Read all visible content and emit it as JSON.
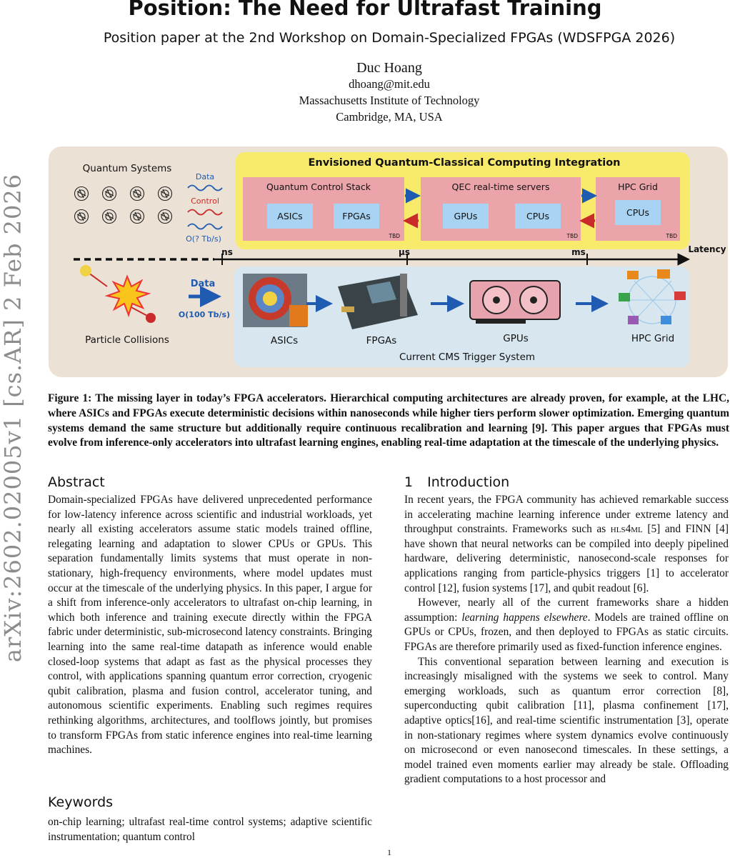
{
  "arxiv_id": "arXiv:2602.02005v1  [cs.AR]  2 Feb 2026",
  "title": "Position: The Need for Ultrafast Training",
  "subtitle": "Position paper at the 2nd Workshop on Domain-Specialized FPGAs (WDSFPGA 2026)",
  "author": {
    "name": "Duc Hoang",
    "email": "dhoang@mit.edu",
    "affiliation": "Massachusetts Institute of Technology",
    "location": "Cambridge, MA, USA"
  },
  "figure": {
    "quantum_systems": "Quantum Systems",
    "envisioned": "Envisioned Quantum-Classical Computing Integration",
    "qcs_title": "Quantum Control Stack",
    "qec_title": "QEC real-time servers",
    "hpc_title": "HPC Grid",
    "asics": "ASICs",
    "fpgas": "FPGAs",
    "gpus": "GPUs",
    "cpus": "CPUs",
    "tbd": "TBD",
    "data": "Data",
    "control": "Control",
    "rate_quantum": "O(? Tb/s)",
    "rate_particle": "O(100 Tb/s)",
    "ns": "ns",
    "us": "μs",
    "ms": "ms",
    "latency": "Latency",
    "particle_collisions": "Particle Collisions",
    "cms_asics": "ASICs",
    "cms_fpgas": "FPGAs",
    "cms_gpus": "GPUs",
    "cms_hpc": "HPC Grid",
    "cms_label": "Current CMS Trigger System",
    "colors": {
      "beige": "#ece1d5",
      "yellow": "#f8ea6a",
      "pink": "#eba5aa",
      "blue": "#a9d3f3",
      "cms_bg": "#d7e6ef",
      "arrow": "#1f5bb0",
      "red_arrow": "#c92a2a"
    }
  },
  "caption": "Figure 1: The missing layer in today’s FPGA accelerators. Hierarchical computing architectures are already proven, for example, at the LHC, where ASICs and FPGAs execute deterministic decisions within nanoseconds while higher tiers perform slower optimization. Emerging quantum systems demand the same structure but additionally require continuous recalibration and learning [9]. This paper argues that FPGAs must evolve from inference-only accelerators into ultrafast learning engines, enabling real-time adaptation at the timescale of the underlying physics.",
  "abstract": {
    "heading": "Abstract",
    "text": "Domain-specialized FPGAs have delivered unprecedented performance for low-latency inference across scientific and industrial workloads, yet nearly all existing accelerators assume static models trained offline, relegating learning and adaptation to slower CPUs or GPUs. This separation fundamentally limits systems that must operate in non-stationary, high-frequency environments, where model updates must occur at the timescale of the underlying physics. In this paper, I argue for a shift from inference-only accelerators to ultrafast on-chip learning, in which both inference and training execute directly within the FPGA fabric under deterministic, sub-microsecond latency constraints. Bringing learning into the same real-time datapath as inference would enable closed-loop systems that adapt as fast as the physical processes they control, with applications spanning quantum error correction, cryogenic qubit calibration, plasma and fusion control, accelerator tuning, and autonomous scientific experiments. Enabling such regimes requires rethinking algorithms, architectures, and toolflows jointly, but promises to transform FPGAs from static inference engines into real-time learning machines."
  },
  "keywords": {
    "heading": "Keywords",
    "text": "on-chip learning; ultrafast real-time control systems; adaptive scientific instrumentation; quantum control"
  },
  "intro": {
    "number": "1",
    "heading": "Introduction",
    "p1a": "In recent years, the FPGA community has achieved remarkable success in accelerating machine learning inference under extreme latency and throughput constraints. Frameworks such as ",
    "p1_hls": "hls4ml",
    "p1b": " [5] and FINN [4] have shown that neural networks can be compiled into deeply pipelined hardware, delivering deterministic, nanosecond-scale responses for applications ranging from particle-physics triggers [1] to accelerator control [12], fusion systems [17], and qubit readout [6].",
    "p2a": "However, nearly all of the current frameworks share a hidden assumption: ",
    "p2_ital": "learning happens elsewhere",
    "p2b": ". Models are trained offline on GPUs or CPUs, frozen, and then deployed to FPGAs as static circuits. FPGAs are therefore primarily used as fixed-function inference engines.",
    "p3": "This conventional separation between learning and execution is increasingly misaligned with the systems we seek to control. Many emerging workloads, such as quantum error correction [8], superconducting qubit calibration [11], plasma confinement [17], adaptive optics[16], and real-time scientific instrumentation [3], operate in non-stationary regimes where system dynamics evolve continuously on microsecond or even nanosecond timescales. In these settings, a model trained even moments earlier may already be stale. Offloading gradient computations to a host processor and"
  },
  "page_number": "1"
}
